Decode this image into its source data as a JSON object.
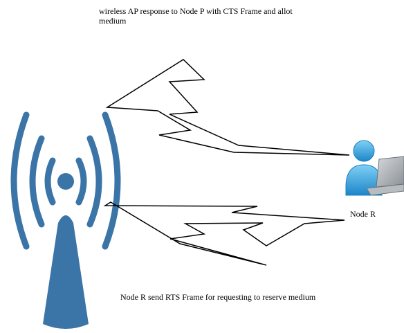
{
  "captions": {
    "top_line1": "wireless  AP response to Node P with CTS  Frame and allot",
    "top_line2": "medium",
    "bottom": "Node R send RTS Frame for requesting to reserve medium"
  },
  "node": {
    "label": "Node R"
  },
  "icons": {
    "access_point": "wireless-access-point-icon",
    "user": "user-with-laptop-icon"
  },
  "colors": {
    "tower": "#3b74a6",
    "user_blue": "#2a9fd8",
    "laptop_gray": "#9aa0a6",
    "bolt_stroke": "#000000"
  }
}
